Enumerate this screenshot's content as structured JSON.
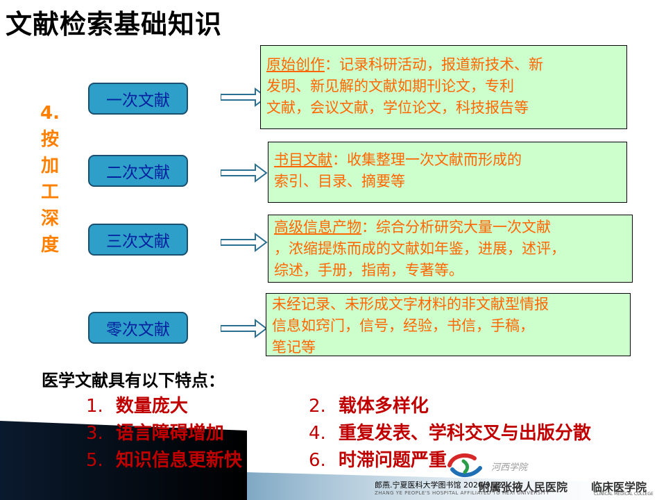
{
  "title": "文献检索基础知识",
  "side_label": [
    "4.",
    "按",
    "加",
    "工",
    "深",
    "度"
  ],
  "rows": [
    {
      "category": "一次文献",
      "term": "原始创作",
      "lines": [
        "：记录科研活动，报道新技术、新",
        "发明、新见解的文献如期刊论文，专利",
        "文献，会议文献，学位论文，科技报告等"
      ]
    },
    {
      "category": "二次文献",
      "term": "书目文献",
      "lines": [
        "：收集整理一次文献而形成的",
        "索引、目录、摘要等"
      ]
    },
    {
      "category": "三次文献",
      "term": "高级信息产物",
      "lines": [
        "：综合分析研究大量一次文献",
        "，浓缩提炼而成的文献如年鉴，进展，述评，",
        "综述，手册，指南，专著等。"
      ]
    },
    {
      "category": "零次文献",
      "term": "",
      "lines": [
        "未经记录、未形成文字材料的非文献型情报",
        "信息如窍门，信号，经验，书信，手稿，",
        "笔记等"
      ]
    }
  ],
  "features": {
    "heading": "医学文献具有以下特点：",
    "items": [
      {
        "num": "1.",
        "text": "数量庞大"
      },
      {
        "num": "2.",
        "text": "载体多样化"
      },
      {
        "num": "3.",
        "text": "语言障碍增加"
      },
      {
        "num": "4.",
        "text": "重复发表、学科交叉与出版分散"
      },
      {
        "num": "5.",
        "text": "知识信息更新快"
      },
      {
        "num": "6.",
        "text": "时滞问题严重"
      }
    ]
  },
  "footer": {
    "author": "郎燕.宁夏医科大学图书馆 2020/9/22",
    "hospital_en": "ZHANG YE PEOPLE'S HOSPITAL AFFILIATED TO HEXI UNIVERSITY",
    "hospital": "附属张掖人民医院",
    "college": "临床医学院",
    "college_en": "CLINICAL MEDICAL COLLEGE",
    "seal": "河西学院"
  },
  "colors": {
    "category_fill": "#2e9fc9",
    "category_text": "#00209f",
    "box_fill": "#ccffcc",
    "box_text": "#ff6600",
    "side_label": "#ff8000",
    "feature_text": "#c00000"
  }
}
